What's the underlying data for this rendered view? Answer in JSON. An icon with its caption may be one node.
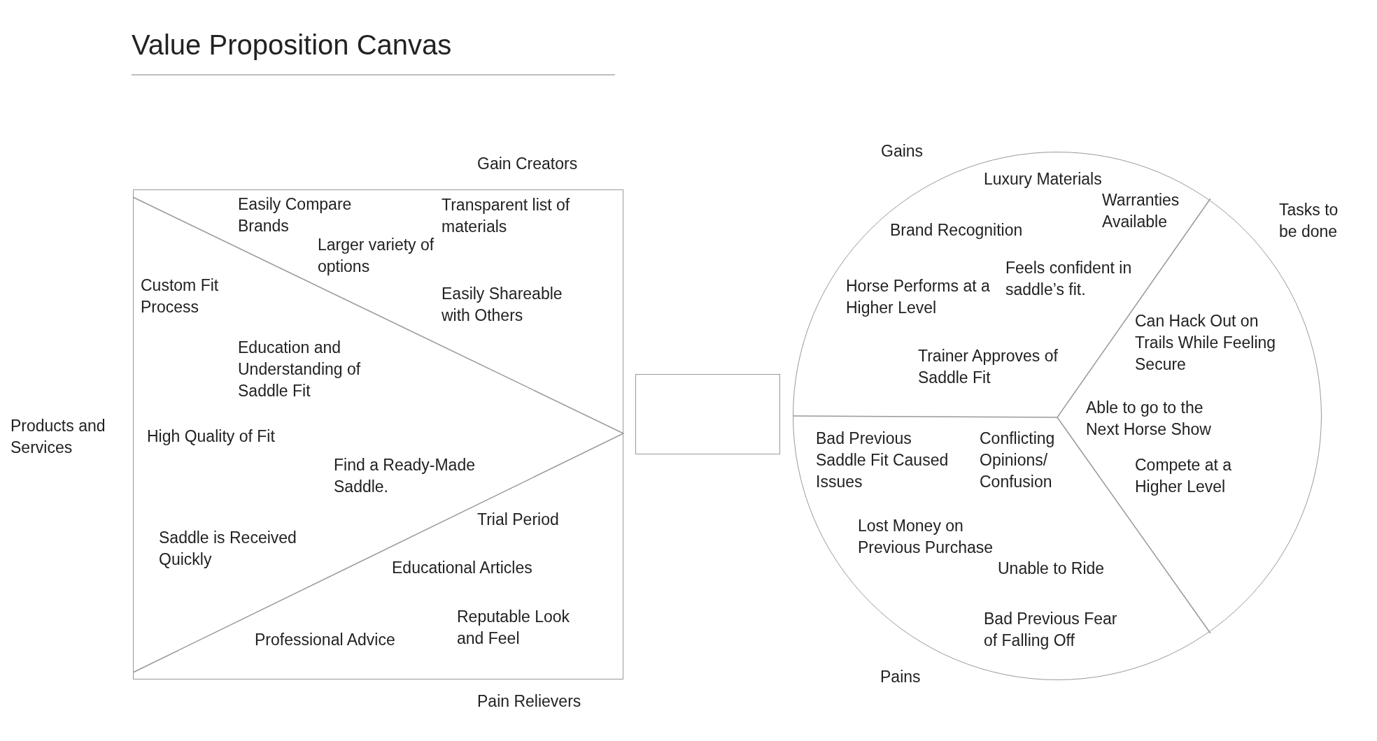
{
  "diagram": {
    "title": "Value Proposition Canvas",
    "nodes": [
      {
        "text": [],
        "shape": "box"
      },
      {
        "text": [],
        "shape": "box"
      },
      {
        "text": [],
        "shape": "circle"
      }
    ],
    "edges": [],
    "labels": [
      "Gain Creators",
      "Easily Compare Brands",
      "Transparent list of materials",
      "Larger variety of options",
      "Custom Fit Process",
      "Easily Shareable with Others",
      "Education and Understanding of Saddle Fit",
      "Products and Services",
      "High Quality of Fit",
      "Find a Ready-Made Saddle.",
      "Trial Period",
      "Saddle is Received Quickly",
      "Educational Articles",
      "Reputable Look and Feel",
      "Professional Advice",
      "Pain Relievers",
      "Gains",
      "Luxury Materials",
      "Warranties Available",
      "Tasks to be done",
      "Brand Recognition",
      "Feels confident in saddle’s fit.",
      "Horse Performs at a Higher Level",
      "Can Hack Out on Trails While Feeling Secure",
      "Trainer Approves of Saddle Fit",
      "Able to go to the Next Horse Show",
      "Bad Previous Saddle Fit Caused Issues",
      "Conflicting Opinions/ Confusion",
      "Compete at a Higher Level",
      "Lost Money on Previous Purchase",
      "Unable to Ride",
      "Bad Previous Fear of Falling Off",
      "Pains"
    ]
  }
}
